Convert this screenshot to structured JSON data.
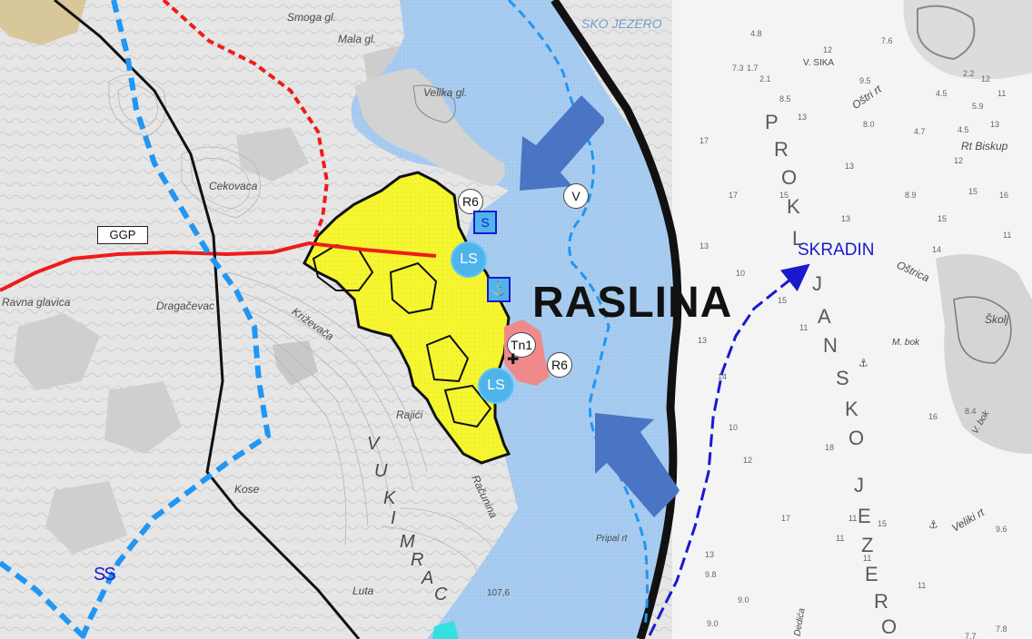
{
  "map": {
    "title_label": "RASLINA",
    "road_code": "GGP",
    "route_destination": "SKRADIN",
    "settlement_names": {
      "mala_gl": "Mala gl.",
      "velika_gl": "Velika gl.",
      "cekovaca": "Cekovaca",
      "smoga_gl": "Smoga gl.",
      "ravna_glavica": "Ravna glavica",
      "dragacevac": "Dragačevac",
      "krizevaca": "Križevača",
      "rajic": "Rajići",
      "kose": "Kose",
      "luta": "Luta",
      "racunina": "Računina",
      "pripal_rt": "Pripal rt",
      "dedica": "Dedića",
      "skoli": "Školj",
      "sika": "V. SIKA",
      "ostri_rt": "Oštri rt",
      "rt_biskup": "Rt Biskup",
      "ostrica": "Oštrica",
      "m_bok": "M. bok",
      "v_bok": "V. bok",
      "veliki_rt": "Veliki rt",
      "lake_top": "SKO JEZERO"
    },
    "lake_vertical_text": [
      "P",
      "R",
      "O",
      "K",
      "L",
      "J",
      "A",
      "N",
      "S",
      "K",
      "O",
      "J",
      "E",
      "Z",
      "E",
      "R",
      "O"
    ],
    "valley_text": [
      "V",
      "U",
      "K",
      "I",
      "M",
      "R",
      "A",
      "C"
    ],
    "elevation_label": "107,6",
    "zone_markers": {
      "r6_top": "R6",
      "v": "V",
      "s": "S",
      "ls_top": "LS",
      "tn1": "Tn1",
      "r6_bottom": "R6",
      "ls_bottom": "LS",
      "ss": "SS"
    },
    "depth_values": [
      "4.8",
      "12",
      "7.3",
      "1.7",
      "2.1",
      "9.5",
      "8.5",
      "17",
      "13",
      "8.0",
      "4.7",
      "4.5",
      "13",
      "4.5",
      "5.9",
      "11",
      "12",
      "13",
      "17",
      "15",
      "8.9",
      "15",
      "16",
      "13",
      "15",
      "14",
      "11",
      "13",
      "10",
      "15",
      "11",
      "13",
      "14",
      "10",
      "12",
      "18",
      "16",
      "8.4",
      "17",
      "11",
      "15",
      "11",
      "9.6",
      "9.8",
      "9.0",
      "7.7",
      "7.8",
      "13",
      "9.0",
      "7.6",
      "2.2",
      "12",
      "11",
      "11"
    ],
    "colors": {
      "water": "#a9cdf0",
      "yellow_zone": "#f5f530",
      "red_line": "#ee1c1c",
      "blue_dashed": "#2196f3",
      "arrow_fill": "#4a75c4",
      "black_boundary": "#111111",
      "route_blue": "#1a1acc",
      "pink_zone": "#f08a8a"
    }
  }
}
